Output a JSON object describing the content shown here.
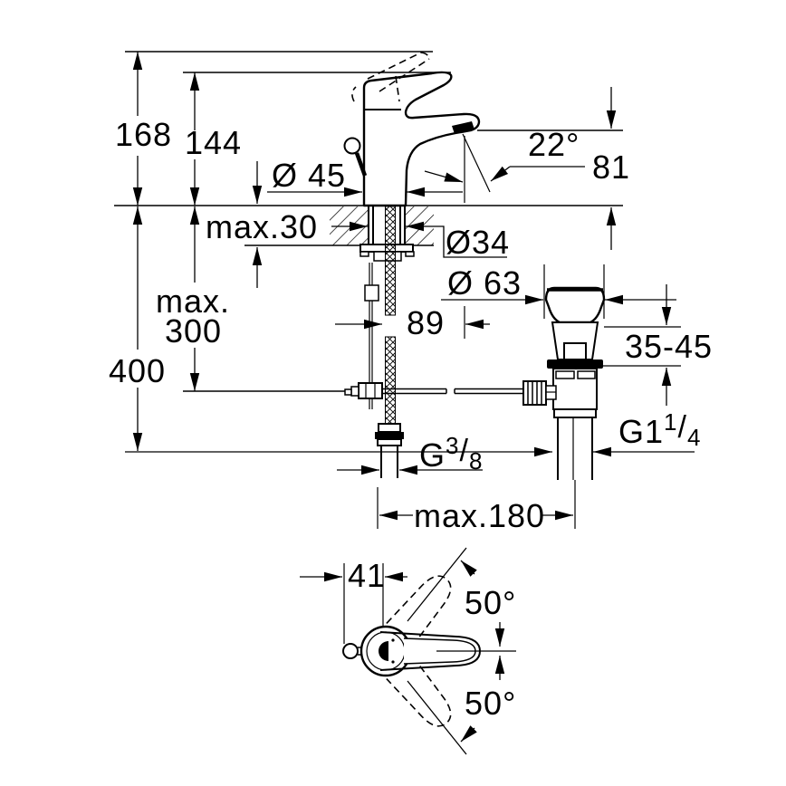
{
  "colors": {
    "ink": "#000000",
    "paper": "#ffffff"
  },
  "front_view": {
    "labels": {
      "total_height": "168",
      "handle_height": "144",
      "spout_height": "81",
      "spray_angle": "22°",
      "base_diameter": "Ø 45",
      "deck_thickness": "max.30",
      "hole_diameter": "Ø34",
      "flange_diameter": "Ø 63",
      "hose_max_prefix": "max.",
      "hose_max_value": "300",
      "supply_height": "400",
      "spout_reach": "89",
      "clamp_range": "35-45",
      "supply_thread": {
        "base": "G",
        "sup": "3",
        "slash": "/",
        "sub": "8"
      },
      "waste_thread": {
        "base": "G1",
        "sup": "1",
        "slash": "/",
        "sub": "4"
      },
      "max_distance": "max.180"
    }
  },
  "top_view": {
    "labels": {
      "handle_offset": "41",
      "swivel_up": "50°",
      "swivel_down": "50°"
    }
  }
}
